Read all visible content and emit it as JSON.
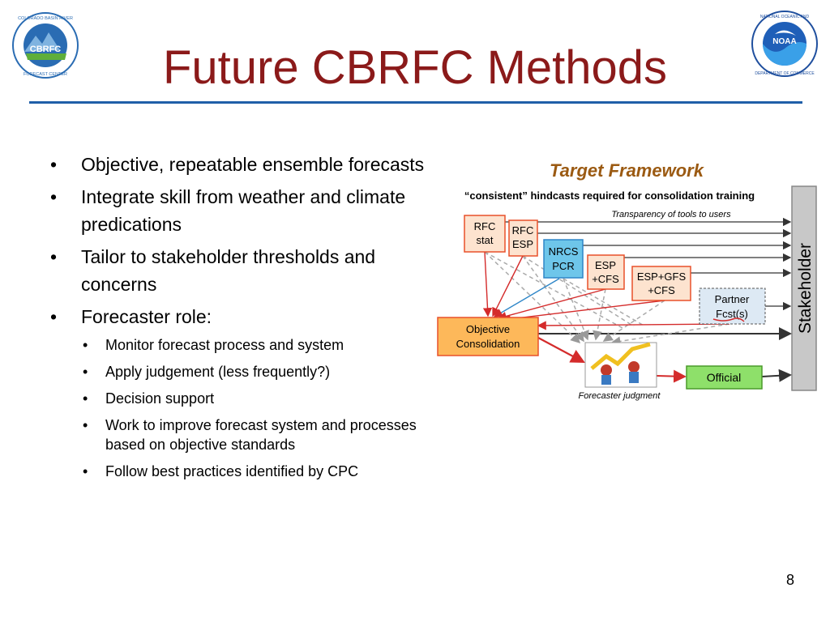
{
  "slide": {
    "title": "Future CBRFC Methods",
    "page_number": "8",
    "accent_color": "#1f5fa8",
    "title_color": "#8b1a1a"
  },
  "logos": {
    "cbrfc": {
      "center_text": "CBRFC",
      "ring_text": "COLORADO BASIN RIVER FORECAST CENTER"
    },
    "noaa": {
      "center_text": "NOAA",
      "ring_text": "NATIONAL OCEANIC AND ATMOSPHERIC ADMINISTRATION · U.S. DEPARTMENT OF COMMERCE"
    }
  },
  "bullets": [
    {
      "text": "Objective, repeatable ensemble forecasts"
    },
    {
      "text": "Integrate skill from weather and climate predications"
    },
    {
      "text": "Tailor to stakeholder thresholds and concerns"
    },
    {
      "text": "Forecaster role:"
    }
  ],
  "sub_bullets": [
    {
      "text": "Monitor forecast process and system"
    },
    {
      "text": "Apply judgement (less frequently?)"
    },
    {
      "text": "Decision support"
    },
    {
      "text": "Work to improve forecast system and processes based on objective standards"
    },
    {
      "text": "Follow best practices identified by CPC"
    }
  ],
  "diagram": {
    "title": "Target Framework",
    "subtitle": "“consistent” hindcasts required for consolidation training",
    "transparency_note": "Transparency of tools to users",
    "forecaster_note": "Forecaster judgment",
    "stakeholder": "Stakeholder",
    "boxes": {
      "rfc_stat": [
        "RFC",
        "stat"
      ],
      "rfc_esp": [
        "RFC",
        "ESP"
      ],
      "nrcs_pcr": [
        "NRCS",
        "PCR"
      ],
      "esp_cfs": [
        "ESP",
        "+CFS"
      ],
      "esp_gfs_cfs": [
        "ESP+GFS",
        "+CFS"
      ],
      "partner": [
        "Partner",
        "Fcst(s)"
      ],
      "objective": [
        "Objective",
        "Consolidation"
      ],
      "official": "Official"
    },
    "colors": {
      "orange_fill": "#fde3cf",
      "orange_stroke": "#e8502a",
      "blue_fill": "#6ec6ea",
      "partner_fill": "#dde9f4",
      "objective_fill": "#fdb85a",
      "official_fill": "#8ee06a",
      "stakeholder_fill": "#c8c8c8",
      "title_color": "#9b5a12"
    }
  }
}
